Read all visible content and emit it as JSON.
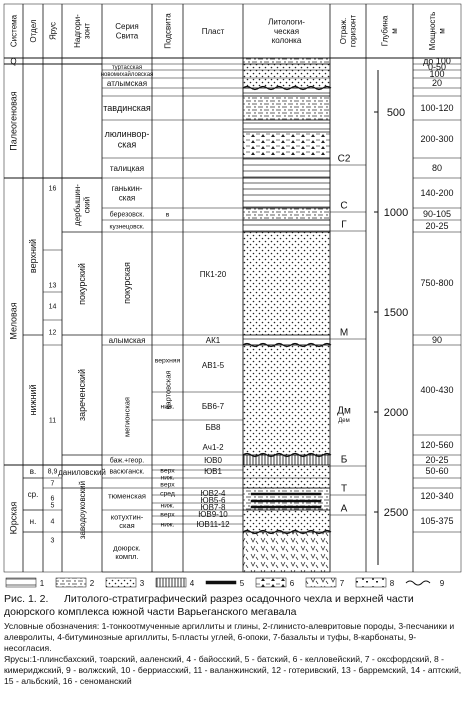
{
  "headers": {
    "system": "Система",
    "department": "Отдел",
    "stage": "Ярус",
    "horizon": "Надгори-\nзонт",
    "series": "Серия\nСвита",
    "subsuite": "Подсвита",
    "layer": "Пласт",
    "lithology": "Литологи-\nческая\nколонка",
    "reflector": "Отраж.\nгоризонт",
    "depth": "Глубина\nм",
    "thickness": "Мощность\nм"
  },
  "systems": [
    {
      "label": "Q"
    },
    {
      "label": "Палеогеновая"
    },
    {
      "label": "Меловая"
    },
    {
      "label": "Юрская"
    }
  ],
  "departments": [
    {
      "label": "верхний"
    },
    {
      "label": "нижний"
    },
    {
      "label": "в."
    },
    {
      "label": "ср."
    },
    {
      "label": "н."
    }
  ],
  "stages": [
    "16",
    "13",
    "14",
    "12",
    "11",
    "8,9",
    "7",
    "6",
    "5",
    "4",
    "3"
  ],
  "horizons": [
    {
      "label": "дербышин-\nский"
    },
    {
      "label": "покурский"
    },
    {
      "label": "зареченский"
    },
    {
      "label": "даниловский"
    },
    {
      "label": "заводоуковский"
    }
  ],
  "suites": [
    {
      "label": "туртасская"
    },
    {
      "label": "новомихайловская"
    },
    {
      "label": "атлымская"
    },
    {
      "label": "тавдинская"
    },
    {
      "label": "люлинвор-\nская"
    },
    {
      "label": "талицкая"
    },
    {
      "label": "ганькин-\nская"
    },
    {
      "label": "березовск."
    },
    {
      "label": "кузнецовск."
    },
    {
      "label": "покурская"
    },
    {
      "label": "алымская"
    },
    {
      "label": "вартовская"
    },
    {
      "label": "мегионская"
    },
    {
      "label": "баж.+геор."
    },
    {
      "label": "васюганск."
    },
    {
      "label": "тюменская"
    },
    {
      "label": "котухтин-\nская"
    },
    {
      "label": "доюрск.\nкомпл."
    }
  ],
  "subsuites": [
    "в",
    "верхняя",
    "ниж.",
    "верх",
    "ниж.",
    "верх",
    "сред",
    "ниж.",
    "верх",
    "ниж."
  ],
  "layers": [
    "ПК1-20",
    "АК1",
    "АВ1-5",
    "БВ6-7",
    "БВ8",
    "Ач1-2",
    "ЮВ0",
    "ЮВ1",
    "ЮВ2-4",
    "ЮВ5-6",
    "ЮВ7-8",
    "ЮВ9-10",
    "ЮВ11-12"
  ],
  "reflectors": [
    "С2",
    "С",
    "Г",
    "М",
    "Дм",
    "Дем",
    "Б",
    "Т",
    "А"
  ],
  "depth_ticks": [
    "500",
    "1000",
    "1500",
    "2000",
    "2500"
  ],
  "thickness": [
    "до 100",
    "0-50",
    "100",
    "20",
    "100-120",
    "200-300",
    "80",
    "140-200",
    "90-105",
    "20-25",
    "750-800",
    "90",
    "400-430",
    "120-560",
    "20-25",
    "50-60",
    "120-340",
    "105-375"
  ],
  "legend": [
    "1",
    "2",
    "3",
    "4",
    "5",
    "6",
    "7",
    "8",
    "9"
  ],
  "caption": {
    "label": "Рис.    1. 2.",
    "title": "Литолого-стратиграфический разрез осадочного чехла и верхней части доюрского комплекса южной части Варьеганского мегавала",
    "legend_text": "Условные обозначения: 1-тонкоотмученные аргиллиты и глины, 2-глинисто-алевритовые породы, 3-песчаники и алевролиты, 4-битуминозные аргиллиты, 5-пласты углей, 6-опоки, 7-базальты и туфы, 8-карбонаты, 9-несогласия.",
    "stages_text": "Ярусы:1-плинсбахский, тоарский, ааленский, 4 - байосский, 5 - батский, 6 - келловейский, 7 - оксфордский, 8 - кимериджский, 9 - волжский, 10 - берриасский, 11 - валанжинский, 12 - готеривский, 13 - барремский, 14 - аптский, 15 - альбский, 16 - сеноманский"
  }
}
